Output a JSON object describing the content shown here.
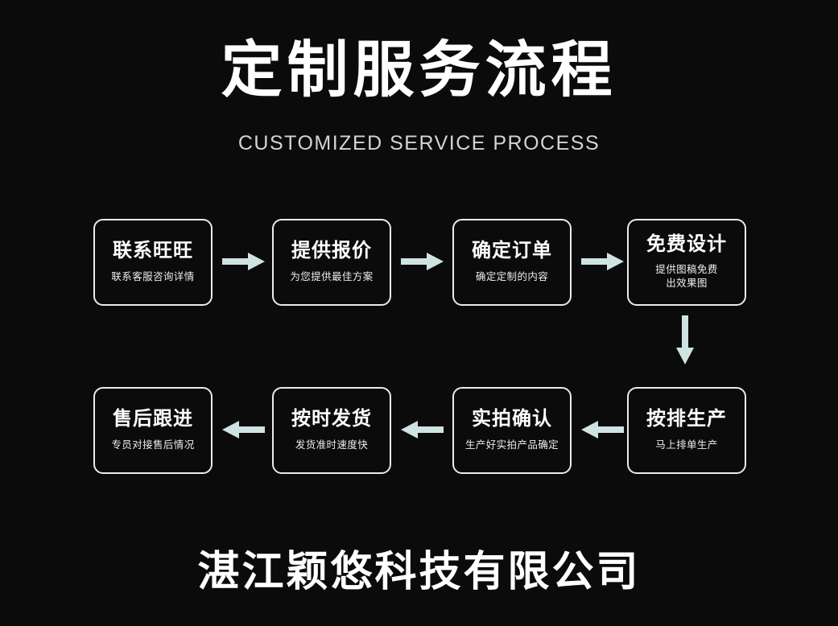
{
  "header": {
    "title": "定制服务流程",
    "subtitle": "CUSTOMIZED SERVICE PROCESS"
  },
  "colors": {
    "background": "#0b0b0b",
    "box_border": "#e8ecec",
    "text": "#ffffff",
    "subtitle": "#cfd6d6",
    "arrow": "#cfe3e3"
  },
  "steps": [
    {
      "id": 1,
      "title": "联系旺旺",
      "desc": "联系客服咨询详情"
    },
    {
      "id": 2,
      "title": "提供报价",
      "desc": "为您提供最佳方案"
    },
    {
      "id": 3,
      "title": "确定订单",
      "desc": "确定定制的内容"
    },
    {
      "id": 4,
      "title": "免费设计",
      "desc": "提供图稿免费\n出效果图"
    },
    {
      "id": 5,
      "title": "按排生产",
      "desc": "马上排单生产"
    },
    {
      "id": 6,
      "title": "实拍确认",
      "desc": "生产好实拍产品确定"
    },
    {
      "id": 7,
      "title": "按时发货",
      "desc": "发货准时速度快"
    },
    {
      "id": 8,
      "title": "售后跟进",
      "desc": "专员对接售后情况"
    }
  ],
  "arrows": [
    {
      "id": 1,
      "direction": "right",
      "from": 1,
      "to": 2
    },
    {
      "id": 2,
      "direction": "right",
      "from": 2,
      "to": 3
    },
    {
      "id": 3,
      "direction": "right",
      "from": 3,
      "to": 4
    },
    {
      "id": 4,
      "direction": "down",
      "from": 4,
      "to": 5
    },
    {
      "id": 5,
      "direction": "left",
      "from": 5,
      "to": 6
    },
    {
      "id": 6,
      "direction": "left",
      "from": 6,
      "to": 7
    },
    {
      "id": 7,
      "direction": "left",
      "from": 7,
      "to": 8
    }
  ],
  "footer": {
    "company": "湛江颖悠科技有限公司"
  }
}
